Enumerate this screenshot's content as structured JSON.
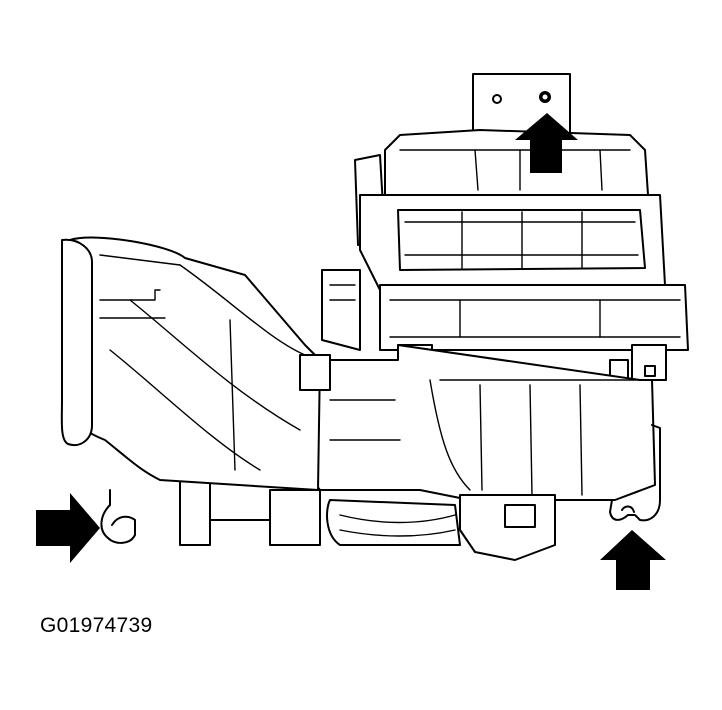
{
  "figure": {
    "caption": "G01974739",
    "ink_color": "#000000",
    "background_color": "#ffffff",
    "arrows": [
      {
        "name": "top-arrow",
        "direction": "up"
      },
      {
        "name": "left-arrow",
        "direction": "right"
      },
      {
        "name": "bottom-right-arrow",
        "direction": "up"
      }
    ]
  }
}
